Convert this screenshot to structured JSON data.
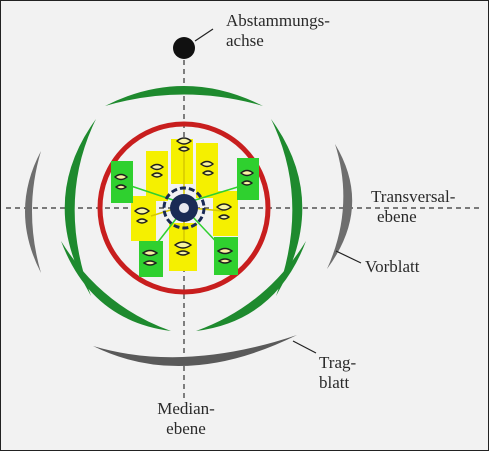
{
  "labels": {
    "axis_line1": "Abstammungs-",
    "axis_line2": "achse",
    "transversal_line1": "Transversal-",
    "transversal_line2": "ebene",
    "vorblatt": "Vorblatt",
    "tragblatt_line1": "Trag-",
    "tragblatt_line2": "blatt",
    "median_line1": "Median-",
    "median_line2": "ebene"
  },
  "colors": {
    "sepals": "#1e8a2e",
    "petals": "#c81e1e",
    "bracteoles": "#6e6e6e",
    "bract": "#5a5a5a",
    "inner_stamens": "#f5f000",
    "outer_stamens": "#2fd02f",
    "axis_dot": "#111111"
  }
}
